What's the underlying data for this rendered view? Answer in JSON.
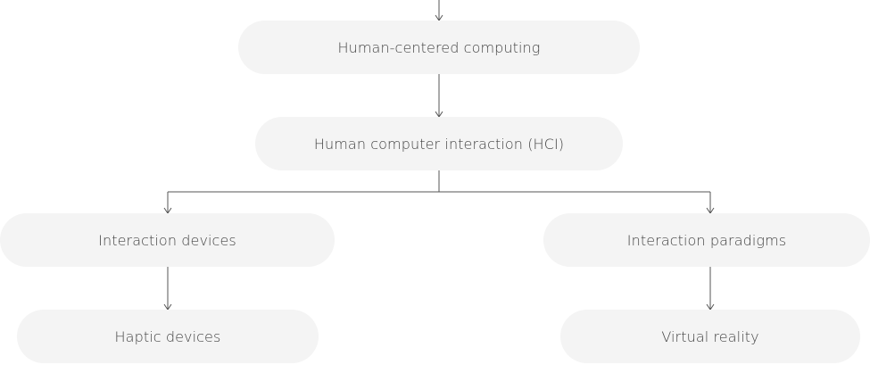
{
  "nodes": {
    "hcc": "Human-centered computing",
    "hci": "Human computer interaction (HCI)",
    "devices": "Interaction devices",
    "paradigms": "Interaction paradigms",
    "haptic": "Haptic devices",
    "vr": "Virtual reality"
  },
  "edges": [
    {
      "from": "root",
      "to": "hcc"
    },
    {
      "from": "hcc",
      "to": "hci"
    },
    {
      "from": "hci",
      "to": "devices"
    },
    {
      "from": "hci",
      "to": "paradigms"
    },
    {
      "from": "devices",
      "to": "haptic"
    },
    {
      "from": "paradigms",
      "to": "vr"
    }
  ],
  "colors": {
    "node_fill": "#f4f4f4",
    "text": "#444444",
    "connector": "#555555"
  }
}
